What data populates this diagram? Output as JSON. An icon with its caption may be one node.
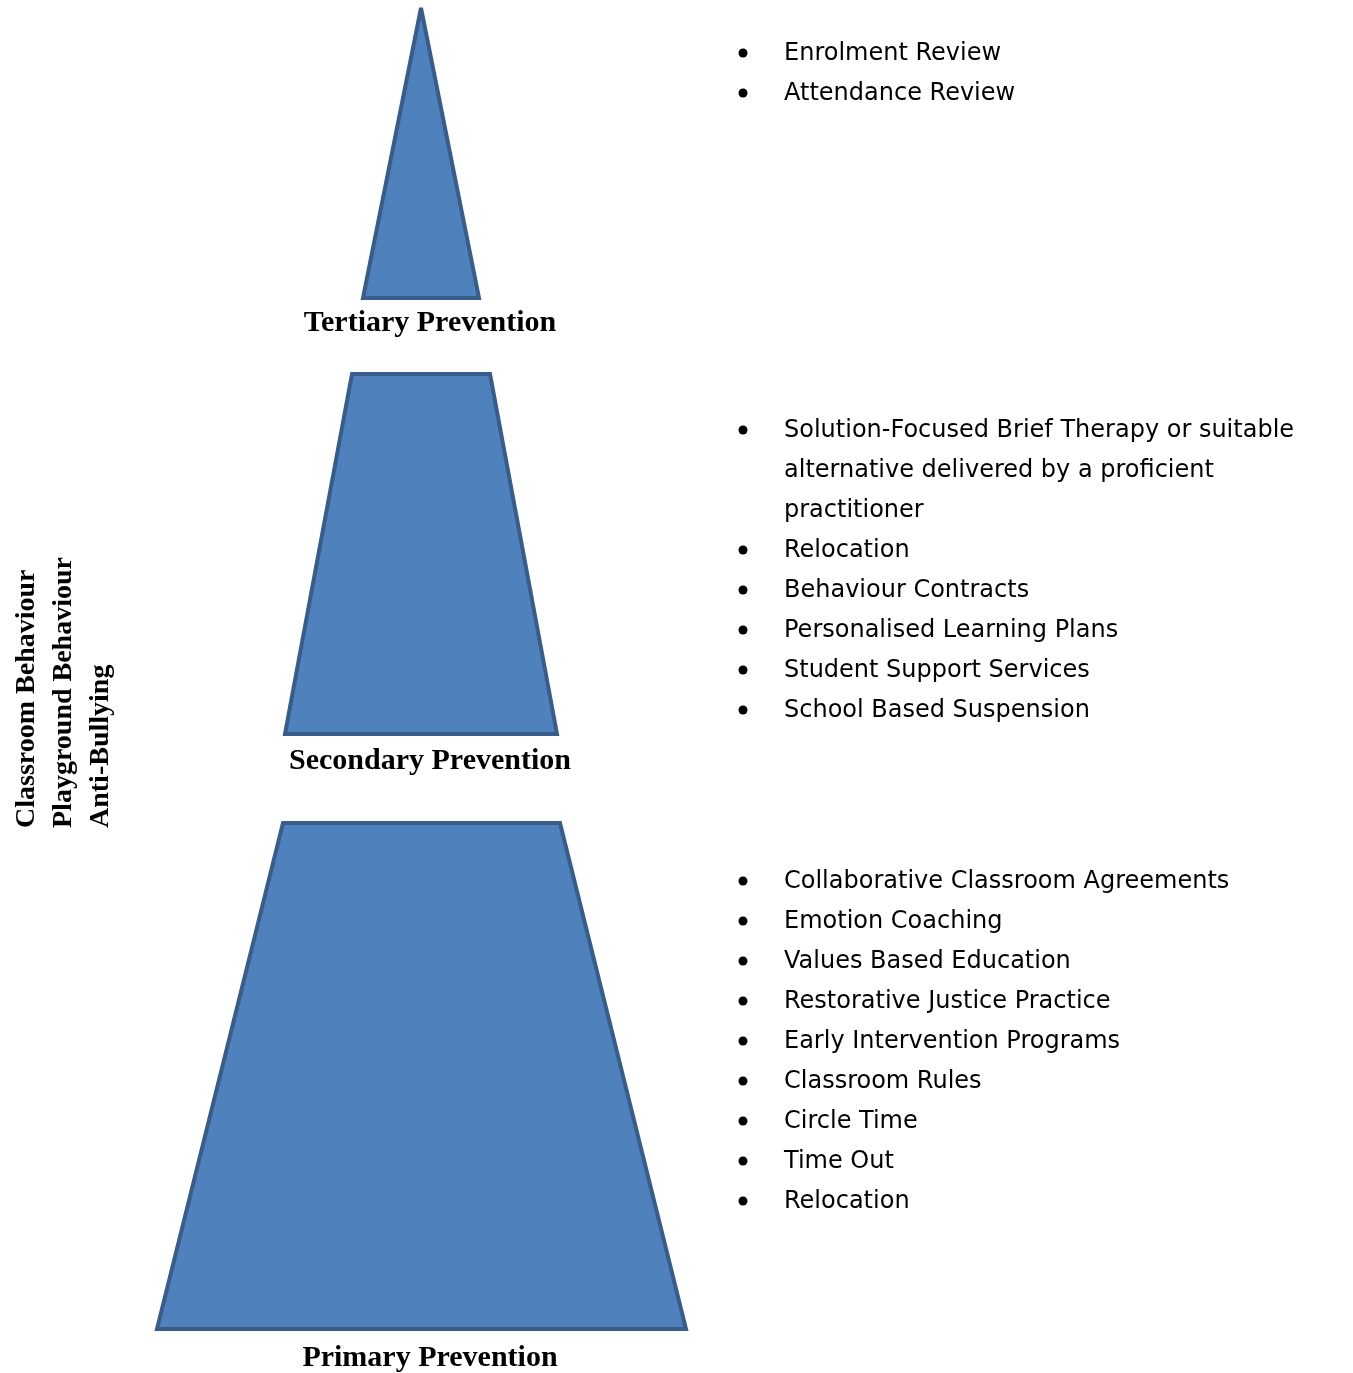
{
  "diagram": {
    "nodes": [
      {
        "text": [
          "Tertiary Prevention"
        ],
        "beside": [
          "Enrolment Review",
          "Attendance Review"
        ]
      },
      {
        "text": [
          "Secondary Prevention"
        ],
        "beside": [
          "Solution-Focused Brief Therapy or suitable alternative delivered by a proficient practitioner",
          "Relocation",
          "Behaviour Contracts",
          "Personalised Learning Plans",
          "Student Support Services",
          "School Based Suspension"
        ]
      },
      {
        "text": [
          "Primary Prevention"
        ],
        "beside": [
          "Collaborative Classroom Agreements",
          "Emotion Coaching",
          "Values Based Education",
          "Restorative Justice Practice",
          "Early Intervention Programs",
          "Classroom Rules",
          "Circle Time",
          "Time Out",
          "Relocation"
        ]
      }
    ],
    "labels": [
      "Classroom Behaviour",
      "Playground Behaviour",
      "Anti-Bullying"
    ]
  }
}
